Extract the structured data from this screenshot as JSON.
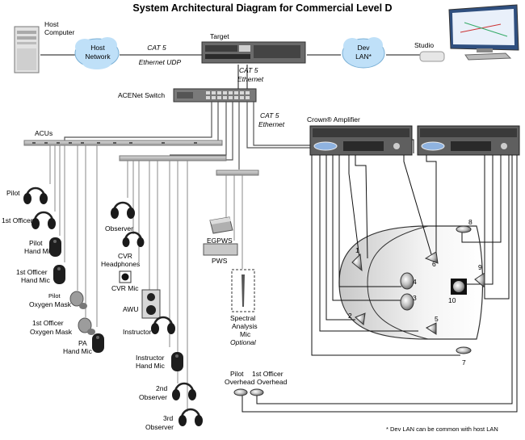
{
  "title": "System Architectural Diagram for Commercial Level D",
  "footnote": "* Dev LAN can be common with host LAN",
  "network": {
    "host_computer": [
      "Host",
      "Computer"
    ],
    "host_network": [
      "Host",
      "Network"
    ],
    "cat5_a": "CAT 5",
    "ethernet_udp": "Ethernet UDP",
    "target": "Target",
    "dev_lan": [
      "Dev",
      "LAN*"
    ],
    "studio": "Studio",
    "cat5_b": "CAT 5",
    "ethernet_b": "Ethernet",
    "acenet_switch": "ACENet Switch",
    "cat5_c": "CAT 5",
    "ethernet_c": "Ethernet",
    "crown_amplifier": "Crown® Amplifier"
  },
  "devices": {
    "acus": "ACUs",
    "pilot": "Pilot",
    "first_officer": "1st Officer",
    "pilot_hand_mic": [
      "Pilot",
      "Hand Mic"
    ],
    "first_officer_hand_mic": [
      "1st Officer",
      "Hand Mic"
    ],
    "pilot_oxygen_mask": [
      "Pilot",
      "Oxygen Mask"
    ],
    "first_officer_oxygen_mask": [
      "1st Officer",
      "Oxygen Mask"
    ],
    "pa_hand_mic": [
      "PA",
      "Hand Mic"
    ],
    "observer": "Observer",
    "cvr_headphones": [
      "CVR",
      "Headphones"
    ],
    "cvr_mic": "CVR Mic",
    "awu": "AWU",
    "instructor": "Instructor",
    "instructor_hand_mic": [
      "Instructor",
      "Hand Mic"
    ],
    "second_observer": [
      "2nd",
      "Observer"
    ],
    "third_observer": [
      "3rd",
      "Observer"
    ],
    "egpws": "EGPWS",
    "pws": "PWS",
    "spectral_mic": [
      "Spectral",
      "Analysis",
      "Mic",
      "Optional"
    ]
  },
  "speakers": {
    "numbers": [
      "1",
      "2",
      "3",
      "4",
      "5",
      "6",
      "7",
      "8",
      "9",
      "10"
    ],
    "pilot_overhead": [
      "Pilot",
      "Overhead"
    ],
    "first_officer_overhead": [
      "1st Officer",
      "Overhead"
    ]
  }
}
